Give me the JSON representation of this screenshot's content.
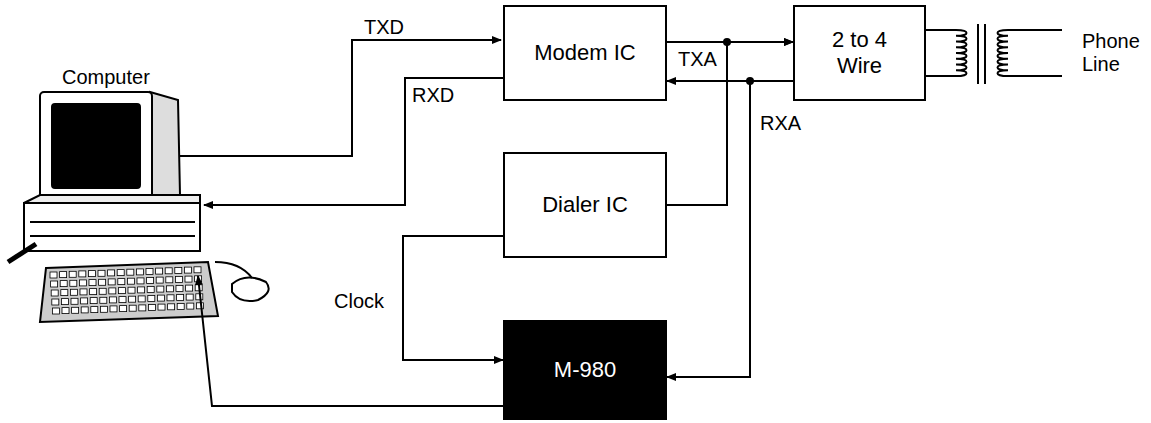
{
  "diagram": {
    "nodes": [
      {
        "text": [
          "Modem IC"
        ]
      },
      {
        "text": [
          "2 to 4 Wire"
        ]
      },
      {
        "text": [
          "Dialer IC"
        ]
      },
      {
        "text": [
          "M-980"
        ]
      }
    ],
    "edges": [
      {
        "from": 0,
        "to": 1,
        "arrow": "to",
        "label": "TXA"
      },
      {
        "from": 2,
        "to": 1,
        "arrow": "to"
      },
      {
        "from": 1,
        "to": 0,
        "arrow": "to"
      },
      {
        "from": 1,
        "to": 3,
        "arrow": "to",
        "label": "RXA"
      },
      {
        "from": 2,
        "to": 3,
        "arrow": "to",
        "label": "Clock"
      }
    ],
    "labels": [
      "Computer",
      "TXD",
      "RXD",
      "Phone Line"
    ]
  }
}
